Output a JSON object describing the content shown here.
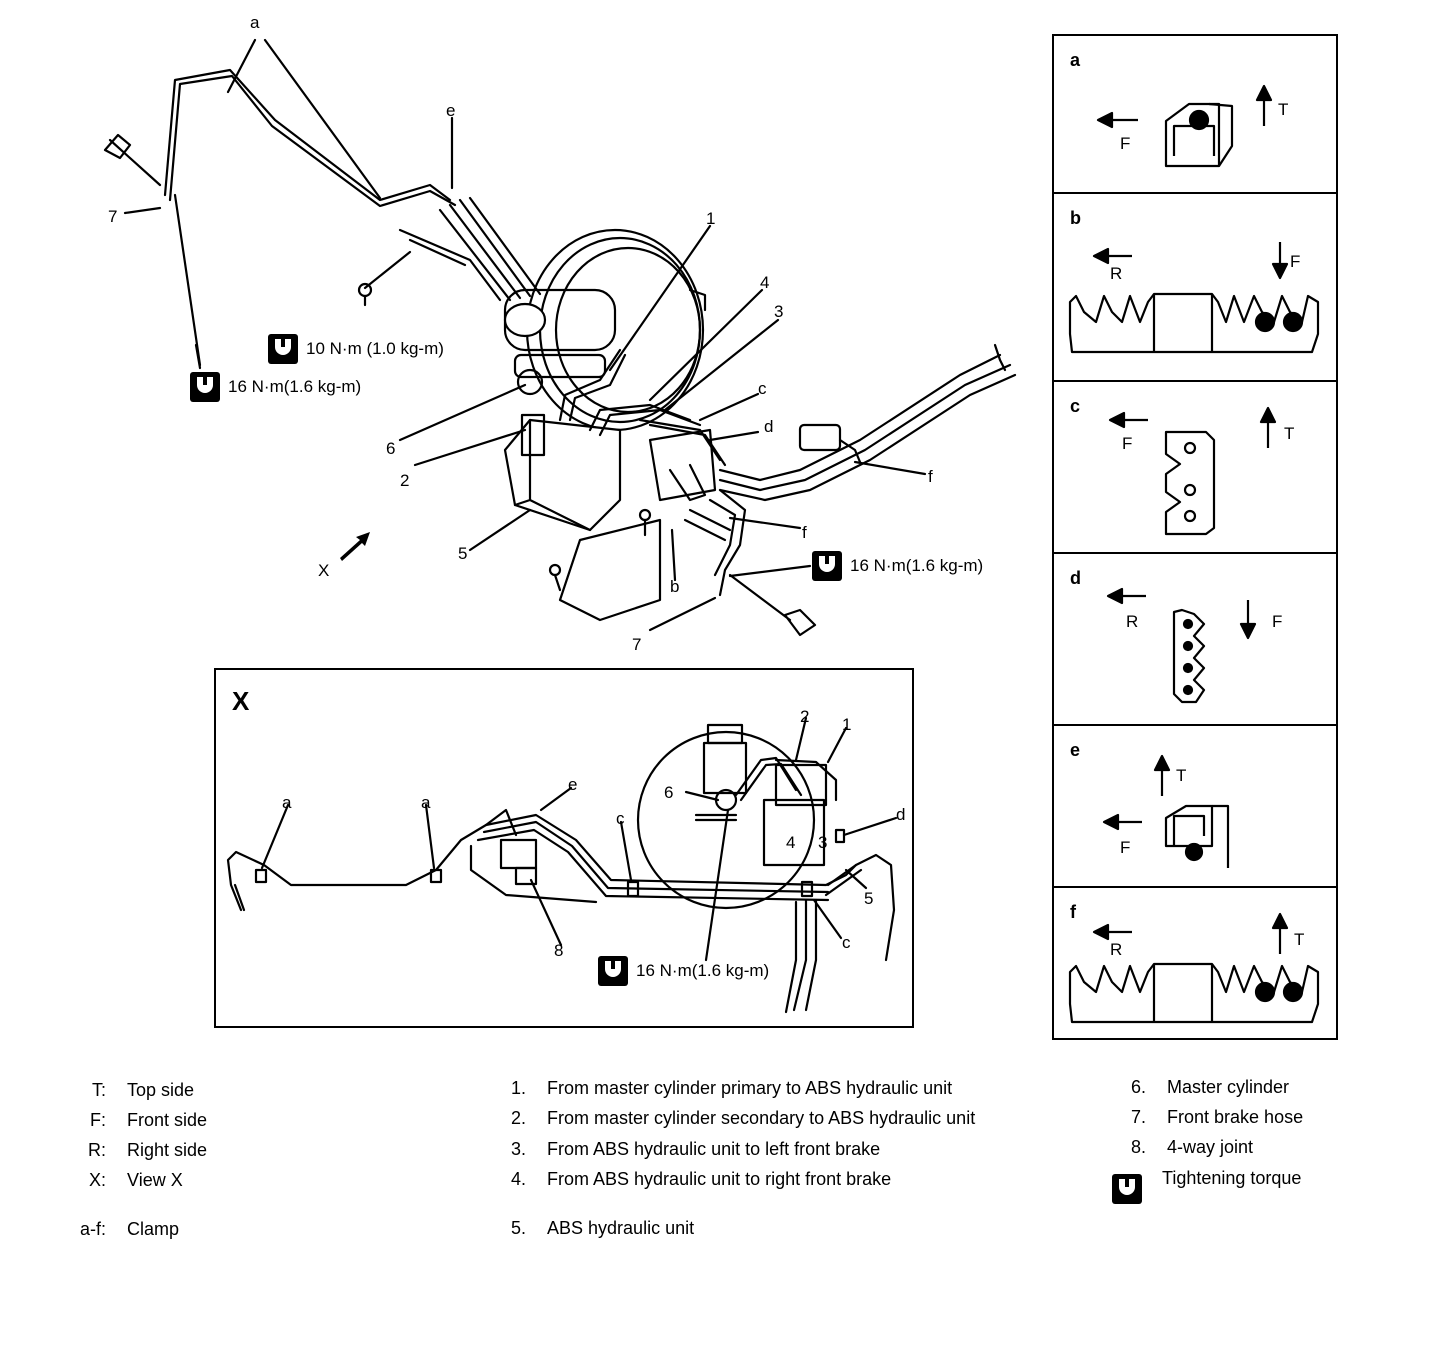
{
  "main_diagram": {
    "callouts": {
      "c1": "1",
      "c2": "2",
      "c3": "3",
      "c4": "4",
      "c5": "5",
      "c6": "6",
      "c7a": "7",
      "c7b": "7",
      "ca": "a",
      "ce": "e",
      "cc": "c",
      "cd": "d",
      "cf1": "f",
      "cf2": "f",
      "cb": "b",
      "view_x": "X"
    },
    "torques": {
      "t1": "10 N·m (1.0 kg-m)",
      "t2": "16 N·m(1.6 kg-m)",
      "t3": "16 N·m(1.6 kg-m)"
    }
  },
  "view_x": {
    "title": "X",
    "callouts": {
      "a1": "a",
      "a2": "a",
      "e": "e",
      "c1": "c",
      "c2": "c",
      "d": "d",
      "n1": "1",
      "n2": "2",
      "n3": "3",
      "n4": "4",
      "n5": "5",
      "n6": "6",
      "n8": "8"
    },
    "torque": "16 N·m(1.6 kg-m)"
  },
  "details": [
    {
      "letter": "a",
      "dirs": [
        "F",
        "T"
      ]
    },
    {
      "letter": "b",
      "dirs": [
        "R",
        "F"
      ]
    },
    {
      "letter": "c",
      "dirs": [
        "F",
        "T"
      ]
    },
    {
      "letter": "d",
      "dirs": [
        "R",
        "F"
      ]
    },
    {
      "letter": "e",
      "dirs": [
        "T",
        "F"
      ]
    },
    {
      "letter": "f",
      "dirs": [
        "R",
        "T"
      ]
    }
  ],
  "legend": {
    "col1": [
      {
        "key": "T:",
        "value": "Top side"
      },
      {
        "key": "F:",
        "value": "Front side"
      },
      {
        "key": "R:",
        "value": "Right side"
      },
      {
        "key": "X:",
        "value": "View X"
      },
      {
        "key": "a-f:",
        "value": "Clamp"
      }
    ],
    "col2": [
      {
        "key": "1.",
        "value": "From master cylinder primary to ABS hydraulic unit"
      },
      {
        "key": "2.",
        "value": "From master cylinder secondary to ABS hydraulic unit"
      },
      {
        "key": "3.",
        "value": "From ABS hydraulic unit to left front brake"
      },
      {
        "key": "4.",
        "value": "From ABS hydraulic unit to right front brake"
      },
      {
        "key": "5.",
        "value": "ABS hydraulic unit"
      }
    ],
    "col3": [
      {
        "key": "6.",
        "value": "Master cylinder"
      },
      {
        "key": "7.",
        "value": "Front brake hose"
      },
      {
        "key": "8.",
        "value": "4-way joint"
      },
      {
        "key": "",
        "value": "Tightening torque"
      }
    ]
  }
}
